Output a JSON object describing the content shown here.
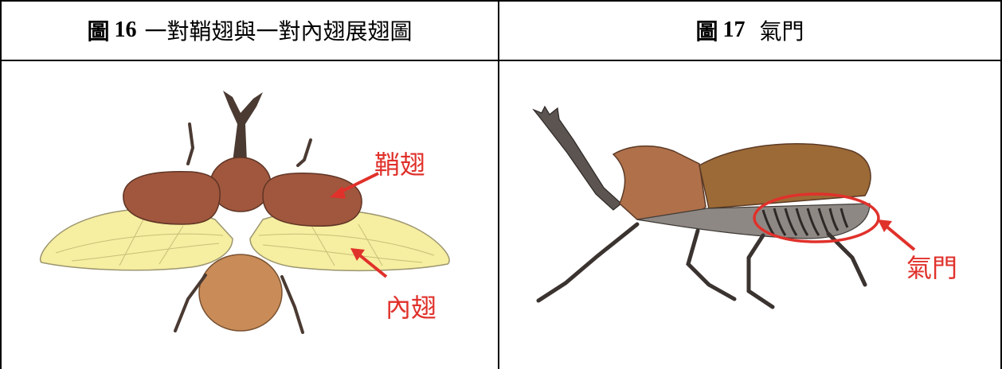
{
  "figures": [
    {
      "label_prefix": "圖",
      "number": "16",
      "title": "一對鞘翅與一對內翅展翅圖",
      "annotations": {
        "elytra": "鞘翅",
        "hindwing": "內翅"
      }
    },
    {
      "label_prefix": "圖",
      "number": "17",
      "title": "氣門",
      "annotations": {
        "spiracle": "氣門"
      }
    }
  ],
  "colors": {
    "border": "#000000",
    "annotation": "#e0312b",
    "elytra": "#a0573e",
    "wing": "#f6eea0",
    "body_dark": "#4a3a32"
  }
}
